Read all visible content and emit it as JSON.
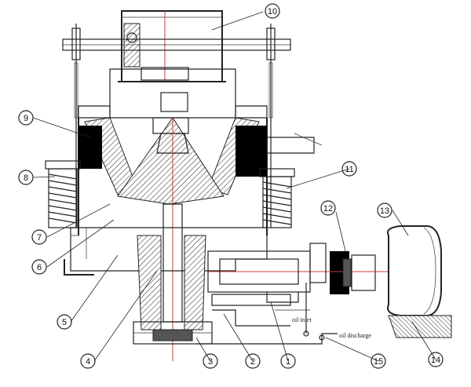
{
  "callouts": [
    {
      "id": "c1",
      "label": "1"
    },
    {
      "id": "c2",
      "label": "2"
    },
    {
      "id": "c3",
      "label": "3"
    },
    {
      "id": "c4",
      "label": "4"
    },
    {
      "id": "c5",
      "label": "5"
    },
    {
      "id": "c6",
      "label": "6"
    },
    {
      "id": "c7",
      "label": "7"
    },
    {
      "id": "c8",
      "label": "8"
    },
    {
      "id": "c9",
      "label": "9"
    },
    {
      "id": "c10",
      "label": "10"
    },
    {
      "id": "c11",
      "label": "11"
    },
    {
      "id": "c12",
      "label": "12"
    },
    {
      "id": "c13",
      "label": "13"
    },
    {
      "id": "c14",
      "label": "14"
    },
    {
      "id": "c15",
      "label": "15"
    }
  ],
  "annotations": {
    "oil_inlet": "oil inlet",
    "oil_discharge": "oil discharge"
  },
  "colors": {
    "line": "#222222",
    "accent": "#c2413b",
    "background": "#ffffff"
  }
}
